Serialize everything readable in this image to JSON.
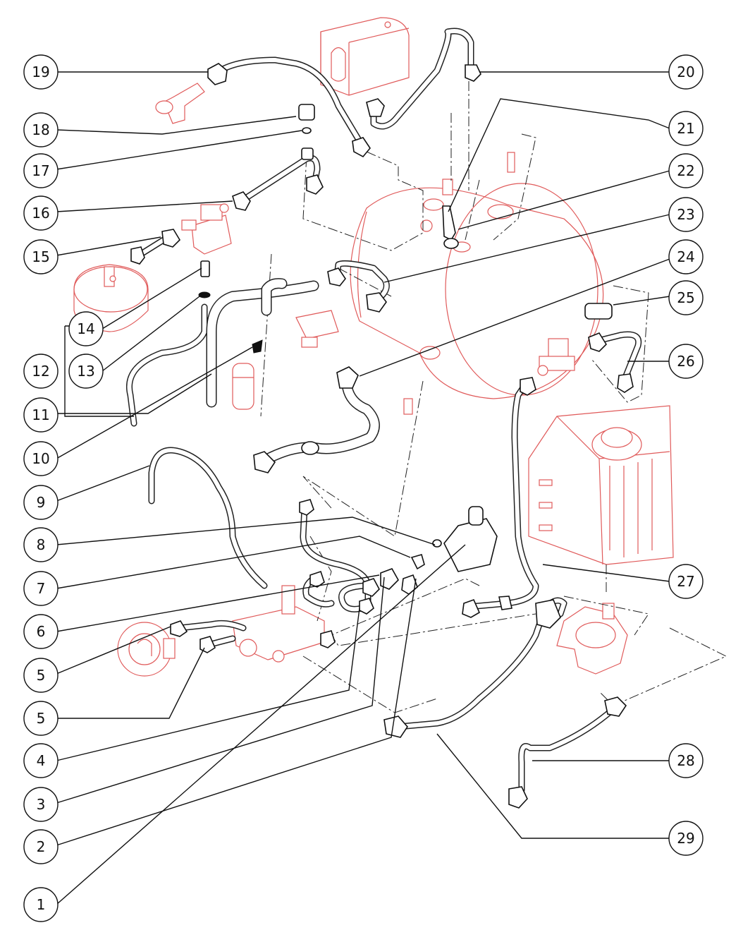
{
  "diagram": {
    "callouts": [
      {
        "id": "c19",
        "label": "19"
      },
      {
        "id": "c18",
        "label": "18"
      },
      {
        "id": "c17",
        "label": "17"
      },
      {
        "id": "c16",
        "label": "16"
      },
      {
        "id": "c15",
        "label": "15"
      },
      {
        "id": "c14",
        "label": "14"
      },
      {
        "id": "c13",
        "label": "13"
      },
      {
        "id": "c12",
        "label": "12"
      },
      {
        "id": "c11",
        "label": "11"
      },
      {
        "id": "c10",
        "label": "10"
      },
      {
        "id": "c9",
        "label": "9"
      },
      {
        "id": "c8",
        "label": "8"
      },
      {
        "id": "c7",
        "label": "7"
      },
      {
        "id": "c6",
        "label": "6"
      },
      {
        "id": "c5a",
        "label": "5"
      },
      {
        "id": "c5b",
        "label": "5"
      },
      {
        "id": "c4",
        "label": "4"
      },
      {
        "id": "c3",
        "label": "3"
      },
      {
        "id": "c2",
        "label": "2"
      },
      {
        "id": "c1",
        "label": "1"
      },
      {
        "id": "c20",
        "label": "20"
      },
      {
        "id": "c21",
        "label": "21"
      },
      {
        "id": "c22",
        "label": "22"
      },
      {
        "id": "c23",
        "label": "23"
      },
      {
        "id": "c24",
        "label": "24"
      },
      {
        "id": "c25",
        "label": "25"
      },
      {
        "id": "c26",
        "label": "26"
      },
      {
        "id": "c27",
        "label": "27"
      },
      {
        "id": "c28",
        "label": "28"
      },
      {
        "id": "c29",
        "label": "29"
      }
    ],
    "colors": {
      "line": "#111111",
      "component_outline": "#e05a5a",
      "background": "#ffffff"
    }
  }
}
